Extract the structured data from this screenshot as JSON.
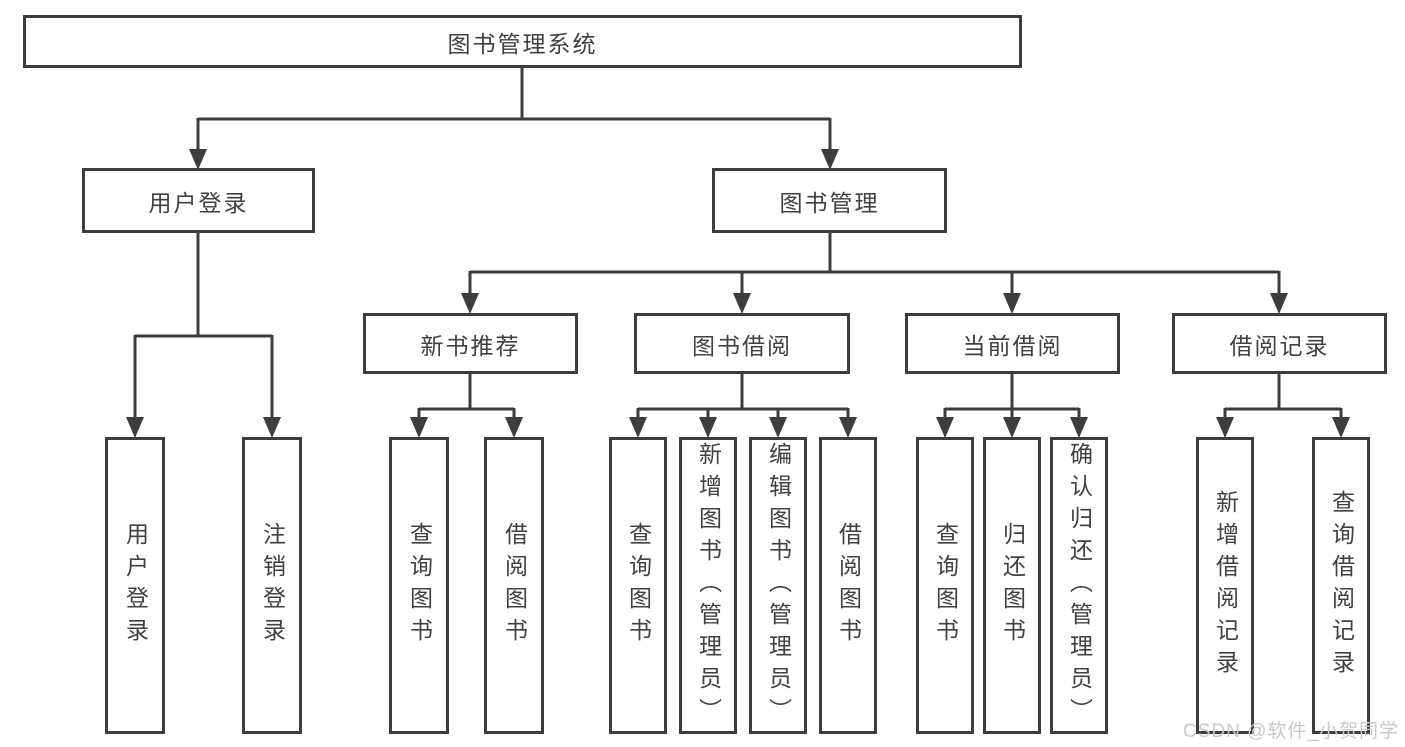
{
  "tree": {
    "root": {
      "label": "图书管理系统",
      "children": [
        {
          "label": "用户登录",
          "children": [
            {
              "label": "用户登录"
            },
            {
              "label": "注销登录"
            }
          ]
        },
        {
          "label": "图书管理",
          "children": [
            {
              "label": "新书推荐",
              "children": [
                {
                  "label": "查询图书"
                },
                {
                  "label": "借阅图书"
                }
              ]
            },
            {
              "label": "图书借阅",
              "children": [
                {
                  "label": "查询图书"
                },
                {
                  "label": "新增图书（管理员）"
                },
                {
                  "label": "编辑图书（管理员）"
                },
                {
                  "label": "借阅图书"
                }
              ]
            },
            {
              "label": "当前借阅",
              "children": [
                {
                  "label": "查询图书"
                },
                {
                  "label": "归还图书"
                },
                {
                  "label": "确认归还（管理员）"
                }
              ]
            },
            {
              "label": "借阅记录",
              "children": [
                {
                  "label": "新增借阅记录"
                },
                {
                  "label": "查询借阅记录"
                }
              ]
            }
          ]
        }
      ]
    }
  },
  "watermark": {
    "text": "CSDN @软件_小贺同学",
    "color": "#c9c9c9"
  },
  "colors": {
    "line": "#3d3d3d",
    "text": "#414141",
    "background": "#ffffff"
  }
}
